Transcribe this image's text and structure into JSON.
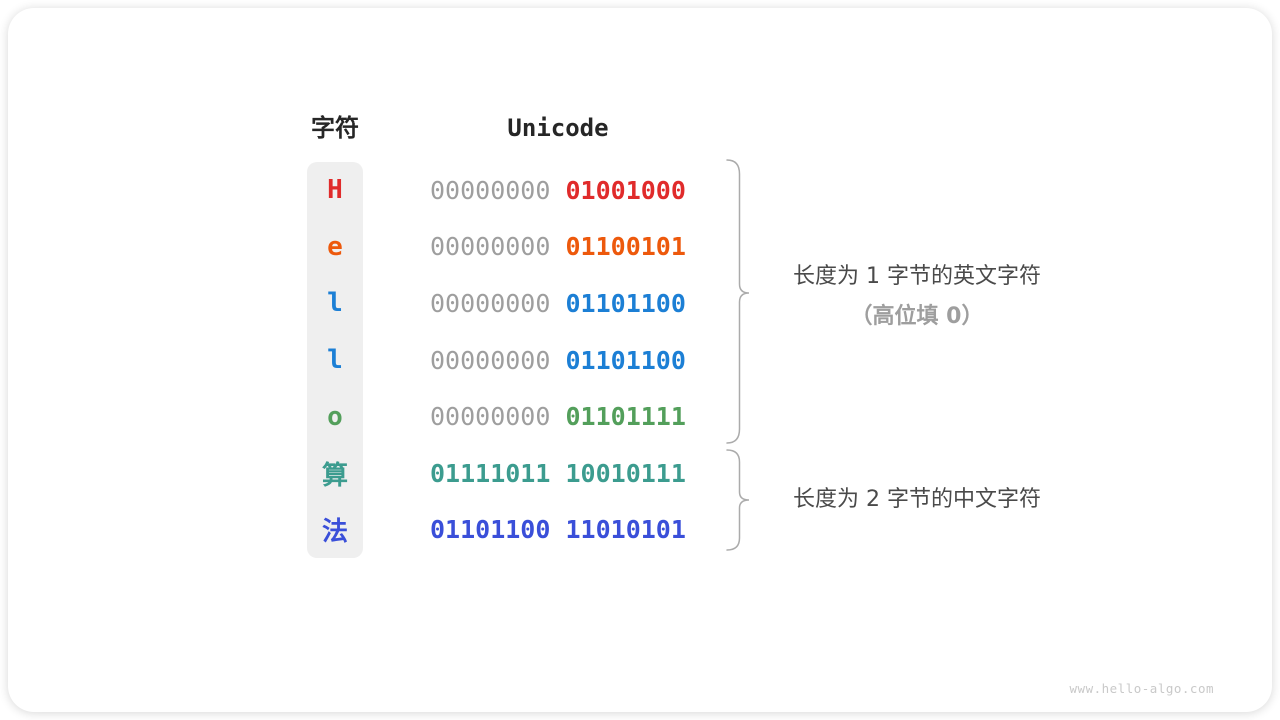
{
  "page": {
    "watermark": "www.hello-algo.com"
  },
  "colors": {
    "column_bg": "#EFEFEF",
    "header_text": "#262626",
    "gray_byte": "#9E9E9E",
    "brace": "#ABABAB",
    "annotation_primary": "#4A4A4A",
    "annotation_secondary": "#9E9E9E",
    "watermark": "#C9C9C9",
    "red": "#E02B2B",
    "orange": "#ED590C",
    "blue": "#1C7FD5",
    "green": "#539F5B",
    "teal": "#3C9C8F",
    "indigo": "#3A4FD9"
  },
  "table": {
    "headers": {
      "char": "字符",
      "unicode": "Unicode"
    },
    "rows": [
      {
        "char": "H",
        "char_color": "#E02B2B",
        "byte1": "00000000",
        "byte1_color": "#9E9E9E",
        "byte1_weight": "400",
        "byte2": "01001000",
        "byte2_color": "#E02B2B",
        "byte2_weight": "700"
      },
      {
        "char": "e",
        "char_color": "#ED590C",
        "byte1": "00000000",
        "byte1_color": "#9E9E9E",
        "byte1_weight": "400",
        "byte2": "01100101",
        "byte2_color": "#ED590C",
        "byte2_weight": "700"
      },
      {
        "char": "l",
        "char_color": "#1C7FD5",
        "byte1": "00000000",
        "byte1_color": "#9E9E9E",
        "byte1_weight": "400",
        "byte2": "01101100",
        "byte2_color": "#1C7FD5",
        "byte2_weight": "700"
      },
      {
        "char": "l",
        "char_color": "#1C7FD5",
        "byte1": "00000000",
        "byte1_color": "#9E9E9E",
        "byte1_weight": "400",
        "byte2": "01101100",
        "byte2_color": "#1C7FD5",
        "byte2_weight": "700"
      },
      {
        "char": "o",
        "char_color": "#539F5B",
        "byte1": "00000000",
        "byte1_color": "#9E9E9E",
        "byte1_weight": "400",
        "byte2": "01101111",
        "byte2_color": "#539F5B",
        "byte2_weight": "700"
      },
      {
        "char": "算",
        "char_color": "#3C9C8F",
        "byte1": "01111011",
        "byte1_color": "#3C9C8F",
        "byte1_weight": "700",
        "byte2": "10010111",
        "byte2_color": "#3C9C8F",
        "byte2_weight": "700"
      },
      {
        "char": "法",
        "char_color": "#3A4FD9",
        "byte1": "01101100",
        "byte1_color": "#3A4FD9",
        "byte1_weight": "700",
        "byte2": "11010101",
        "byte2_color": "#3A4FD9",
        "byte2_weight": "700"
      }
    ]
  },
  "annotations": {
    "english": {
      "line1": "长度为 1 字节的英文字符",
      "line2": "（高位填 0）"
    },
    "chinese": {
      "line1": "长度为 2 字节的中文字符"
    }
  }
}
